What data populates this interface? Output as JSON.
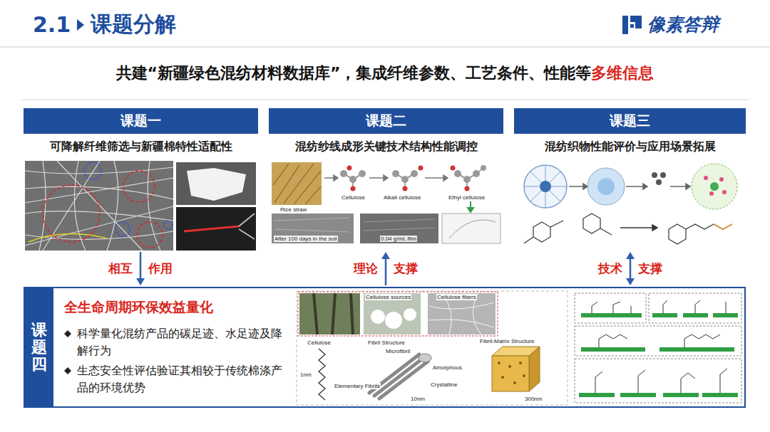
{
  "diagram": {
    "title": "课题分解",
    "nodes": [
      {
        "text": [
          "课题一",
          "可降解纤维筛选与新疆棉特性适配性"
        ]
      },
      {
        "text": [
          "课题二",
          "混纺纱线成形关键技术结构性能调控"
        ]
      },
      {
        "text": [
          "课题三",
          "混纺织物性能评价与应用场景拓展"
        ]
      },
      {
        "text": [
          "课题四",
          "全生命周期环保效益量化",
          "科学量化混纺产品的碳足迹、水足迹及降解行为",
          "生态安全性评估验证其相较于传统棉涤产品的环境优势"
        ]
      }
    ],
    "edges": [
      {
        "from": 0,
        "to": 3,
        "arrow": "to",
        "label": "相互"
      },
      {
        "from": 3,
        "to": 1,
        "arrow": "to",
        "label": "理论"
      },
      {
        "from": 2,
        "to": 3,
        "arrow": "both",
        "label": "技术"
      }
    ],
    "labels": [
      "2.1",
      "像素答辩",
      "共建“新疆绿色混纺材料数据库”，集成纤维参数、工艺条件、性能等",
      "多维信息",
      "作用",
      "支撑",
      "支撑",
      "Rice straw",
      "Cellulose",
      "Alkali cellulose",
      "Ethyl cellulose",
      "After 100 days in the soil",
      "0.04 g/mL film",
      "Cellulose sources",
      "Cellulose fibers",
      "Cellulose",
      "Fibril Structure",
      "Fibril-Matrix Structure",
      "Microfibril",
      "Amorphous",
      "Elementary Fibrils",
      "Crystalline",
      "1nm",
      "10nm",
      "300nm"
    ]
  }
}
